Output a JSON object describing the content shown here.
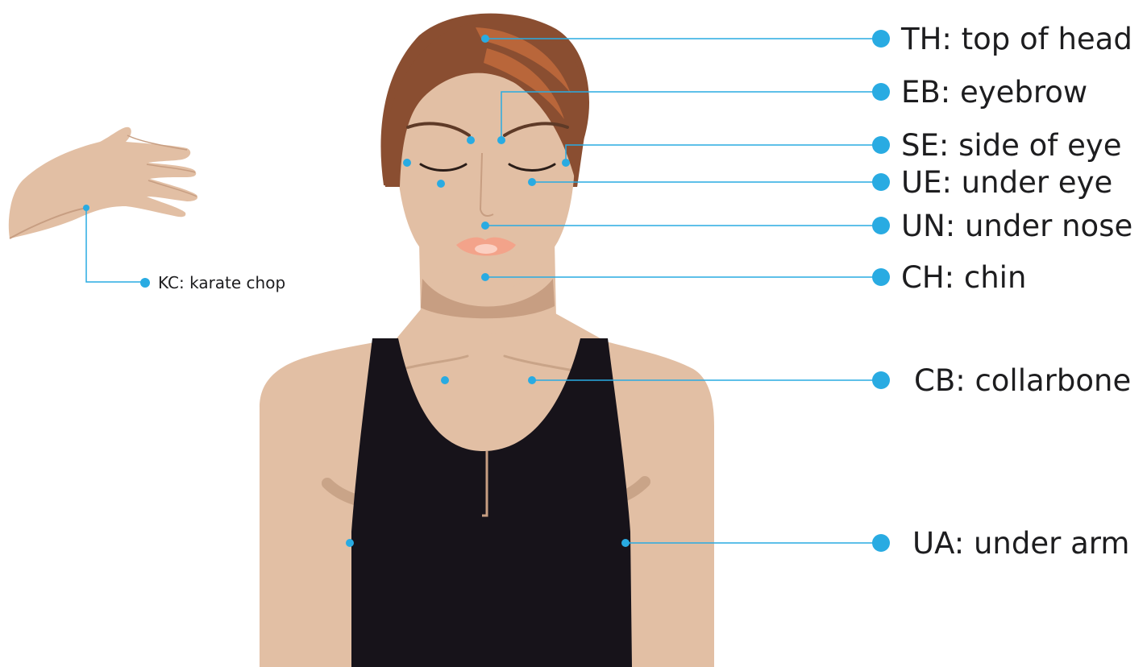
{
  "colors": {
    "accent": "#29abe2",
    "skin": "#e2bfa4",
    "skin_shadow": "#c79e82",
    "hair": "#8a4e31",
    "hair_highlight": "#b9663a",
    "tank_top": "#17131a",
    "lips": "#f3a38a",
    "text": "#1d1d1f"
  },
  "points": [
    {
      "id": "th",
      "label": "TH: top of head"
    },
    {
      "id": "eb",
      "label": "EB: eyebrow"
    },
    {
      "id": "se",
      "label": "SE: side of eye"
    },
    {
      "id": "ue",
      "label": "UE: under eye"
    },
    {
      "id": "un",
      "label": "UN: under nose"
    },
    {
      "id": "ch",
      "label": "CH: chin"
    },
    {
      "id": "cb",
      "label": "CB: collarbone"
    },
    {
      "id": "ua",
      "label": "UA: under arm"
    }
  ],
  "hand_point": {
    "id": "kc",
    "label": "KC: karate chop"
  }
}
